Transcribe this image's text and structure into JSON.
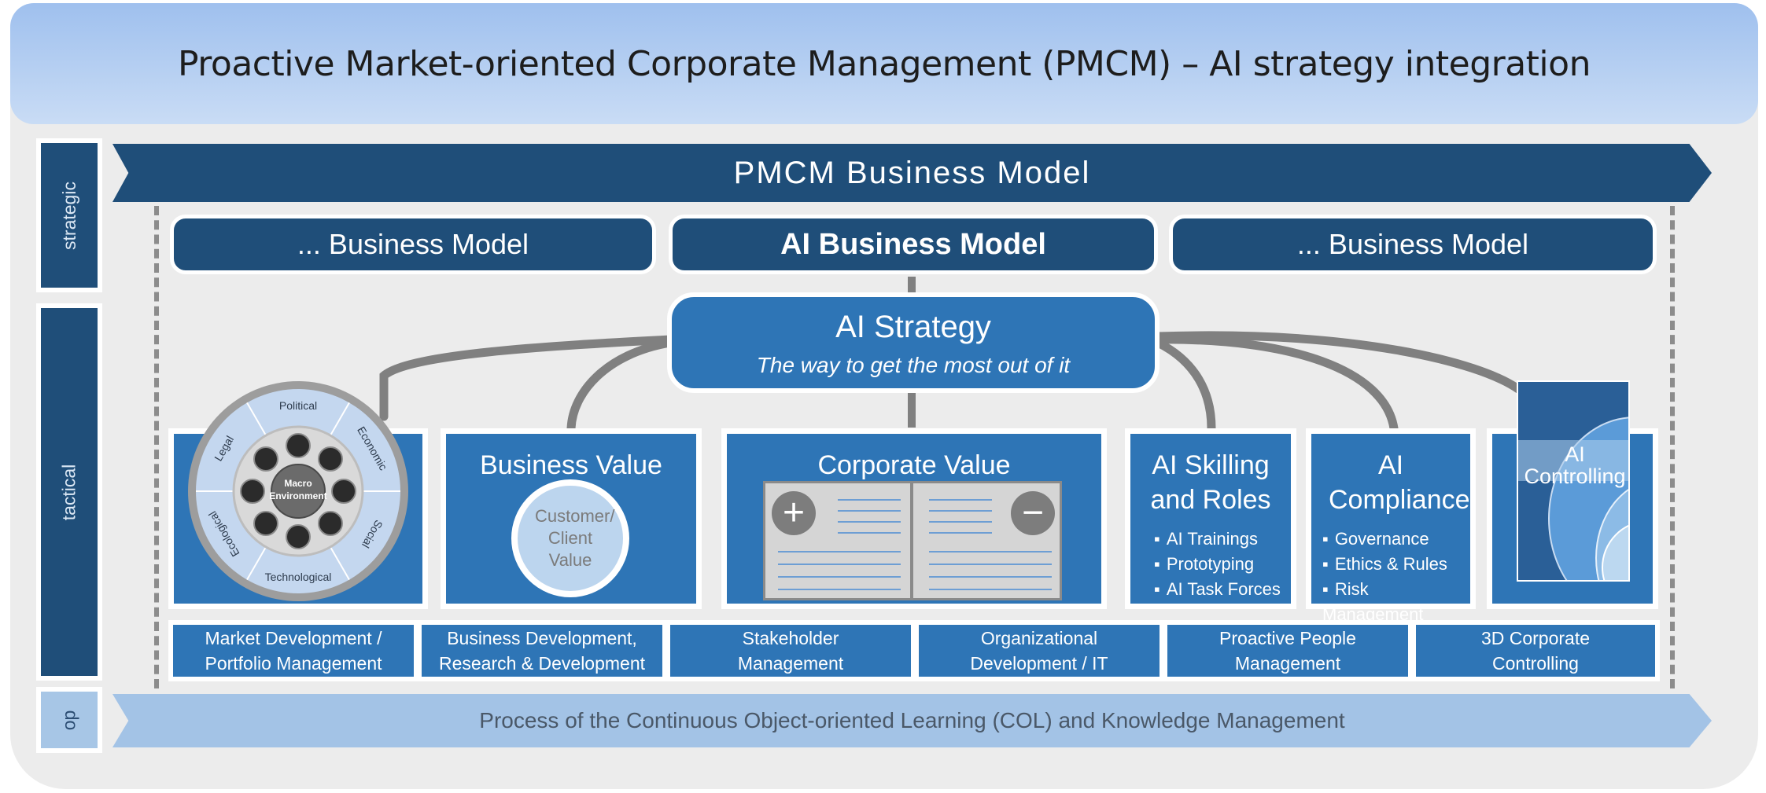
{
  "header": {
    "title": "Proactive Market-oriented Corporate Management (PMCM) – AI strategy integration"
  },
  "levels": {
    "strategic": "strategic",
    "tactical": "tactical",
    "operational": "op"
  },
  "banners": {
    "top": "PMCM  Business Model",
    "bottom": "Process of the Continuous Object-oriented Learning (COL) and Knowledge Management"
  },
  "business_models": {
    "left": "... Business Model",
    "center": "AI Business Model",
    "right": "... Business Model"
  },
  "strategy": {
    "title": "AI Strategy",
    "subtitle": "The way to get the most out of it"
  },
  "macro": {
    "segments": [
      "Political",
      "Economic",
      "Social",
      "Technological",
      "Ecological",
      "Legal"
    ],
    "center": "Macro Environment"
  },
  "business_value": {
    "title": "Business Value",
    "circle": "Customer/ Client Value"
  },
  "corporate_value": {
    "title": "Corporate Value",
    "plus": "+",
    "minus": "−"
  },
  "ai_skilling": {
    "title": "AI Skilling and Roles",
    "bullets": [
      "AI Trainings",
      "Prototyping",
      "AI Task Forces"
    ]
  },
  "ai_compliance": {
    "title": "AI Compliance",
    "bullets": [
      "Governance",
      "Ethics & Rules",
      "Risk Management"
    ]
  },
  "ai_controlling": {
    "title": "AI Controlling"
  },
  "tabs": [
    "Market Development / Portfolio Management",
    "Business Development, Research & Development",
    "Stakeholder Management",
    "Organizational Development / IT",
    "Proactive People Management",
    "3D Corporate Controlling"
  ],
  "colors": {
    "dark_blue": "#1f4e79",
    "mid_blue": "#2e75b6",
    "light_blue": "#a3c3e6",
    "connector_gray": "#808080"
  }
}
